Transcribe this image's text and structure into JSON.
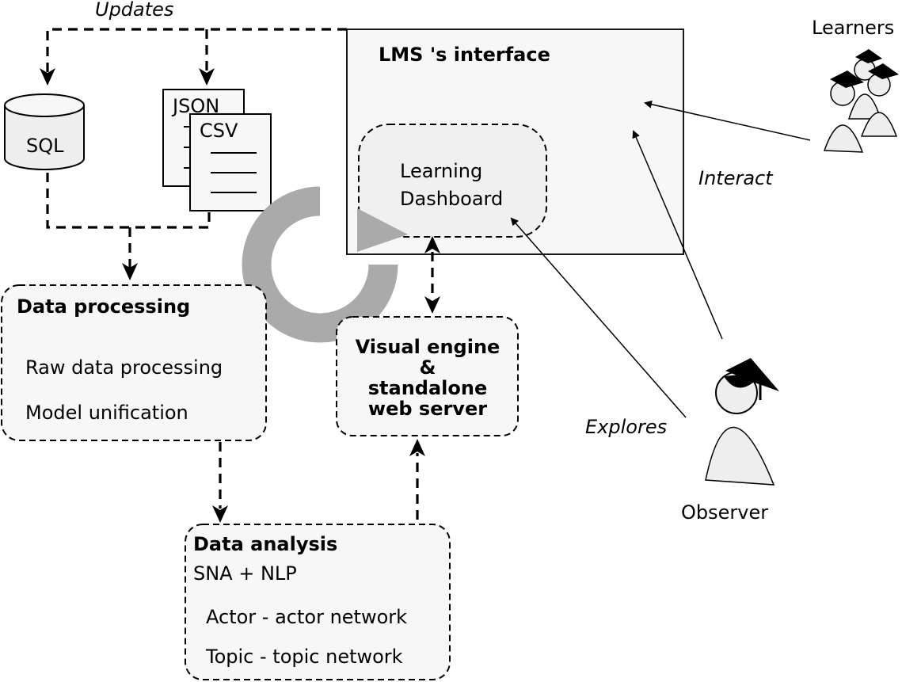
{
  "labels": {
    "updates": "Updates",
    "sql": "SQL",
    "json": "JSON",
    "csv": "CSV",
    "lms_interface": "LMS 's interface",
    "learning_dashboard_line1": "Learning",
    "learning_dashboard_line2": "Dashboard",
    "learners": "Learners",
    "interact": "Interact",
    "explores": "Explores",
    "observer": "Observer",
    "data_processing_title": "Data processing",
    "raw_data_processing": "Raw data processing",
    "model_unification": "Model unification",
    "visual_engine_line1": "Visual engine",
    "visual_engine_line2": "&",
    "visual_engine_line3": "standalone",
    "visual_engine_line4": "web server",
    "data_analysis_title": "Data analysis",
    "sna_nlp": "SNA + NLP",
    "actor_network": "Actor - actor network",
    "topic_network": "Topic - topic network"
  },
  "icons": {
    "database": "database-icon",
    "documents": "document-icon",
    "cycle": "cycle-arrow-icon",
    "learners": "graduate-group-icon",
    "observer": "graduate-person-icon"
  },
  "colors": {
    "box_fill": "#f7f7f7",
    "dashboard_fill": "#f0f0f0",
    "cycle_arrow": "#aaaaaa",
    "person_fill": "#eeeeee"
  }
}
